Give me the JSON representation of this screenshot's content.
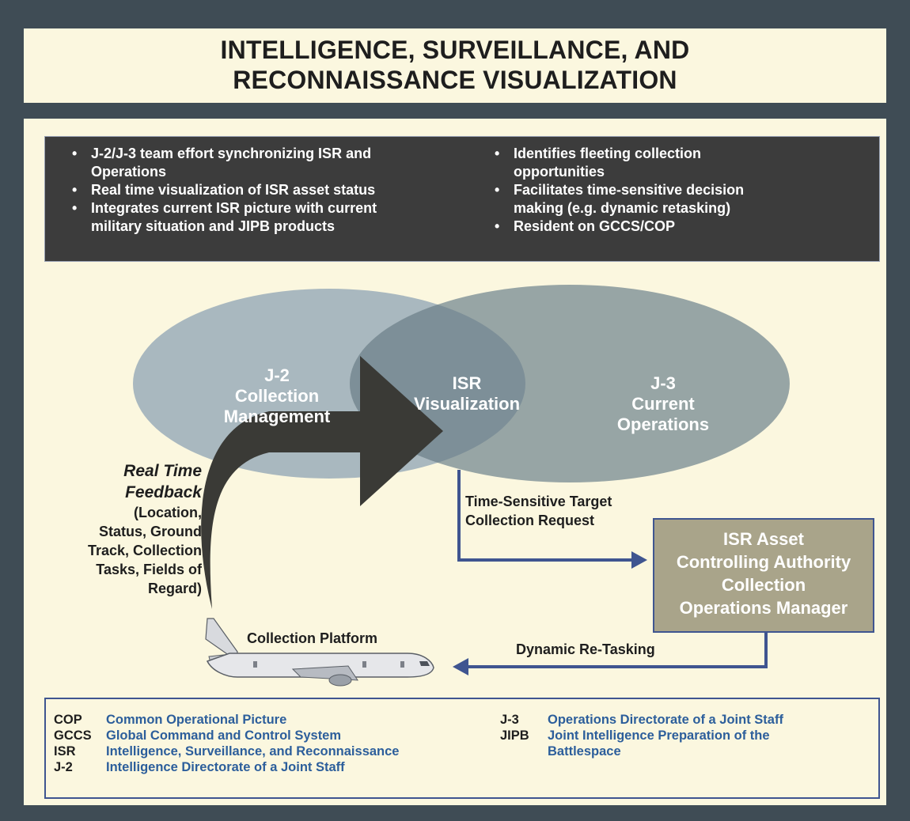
{
  "title": {
    "line1": "INTELLIGENCE, SURVEILLANCE, AND",
    "line2": "RECONNAISSANCE VISUALIZATION"
  },
  "bullets_left": [
    {
      "lines": [
        "J-2/J-3 team effort synchronizing ISR and",
        "Operations"
      ]
    },
    {
      "lines": [
        "Real time visualization of ISR asset status"
      ]
    },
    {
      "lines": [
        "Integrates current ISR picture with current",
        "military situation and JIPB products"
      ]
    }
  ],
  "bullets_right": [
    {
      "lines": [
        "Identifies fleeting collection",
        "opportunities"
      ]
    },
    {
      "lines": [
        "Facilitates time-sensitive  decision",
        "making (e.g. dynamic retasking)"
      ]
    },
    {
      "lines": [
        "Resident on GCCS/COP"
      ]
    }
  ],
  "bullet_glyph": "•",
  "venn": {
    "left": {
      "line1": "J-2",
      "line2": "Collection",
      "line3": "Management"
    },
    "center": {
      "line1": "ISR",
      "line2": "Visualization"
    },
    "right": {
      "line1": "J-3",
      "line2": "Current",
      "line3": "Operations"
    }
  },
  "feedback": {
    "title_line1": "Real Time",
    "title_line2": "Feedback",
    "lines": [
      "(Location,",
      "Status, Ground",
      "Track, Collection",
      "Tasks, Fields of",
      "Regard)"
    ]
  },
  "tst_request": {
    "line1": "Time-Sensitive Target",
    "line2": "Collection Request"
  },
  "asset_box": {
    "line1": "ISR Asset",
    "line2": "Controlling Authority",
    "line3": "Collection",
    "line4": "Operations Manager"
  },
  "collection_platform_label": "Collection Platform",
  "dynamic_retasking_label": "Dynamic Re-Tasking",
  "glossary_left": [
    {
      "abbr": "COP",
      "def": "Common Operational Picture"
    },
    {
      "abbr": "GCCS",
      "def": "Global Command and Control System"
    },
    {
      "abbr": "ISR",
      "def": "Intelligence, Surveillance, and Reconnaissance"
    },
    {
      "abbr": "J-2",
      "def": "Intelligence Directorate of a Joint Staff"
    }
  ],
  "glossary_right": [
    {
      "abbr": "J-3",
      "def": "Operations Directorate of a Joint Staff"
    },
    {
      "abbr": "JIPB",
      "def": "Joint Intelligence Preparation of the",
      "def2": "Battlespace"
    }
  ],
  "colors": {
    "frame": "#3f4c55",
    "panel": "#fbf7df",
    "bullets_bg": "#3c3c3c",
    "ellipse_left": "#a9b8bf",
    "ellipse_right": "#97a5a5",
    "ellipse_overlap": "#7d8f98",
    "arrow_dark": "#3a3a36",
    "connector": "#3f5590",
    "asset_box": "#a9a48a",
    "glossary_def": "#2c5e9b"
  }
}
